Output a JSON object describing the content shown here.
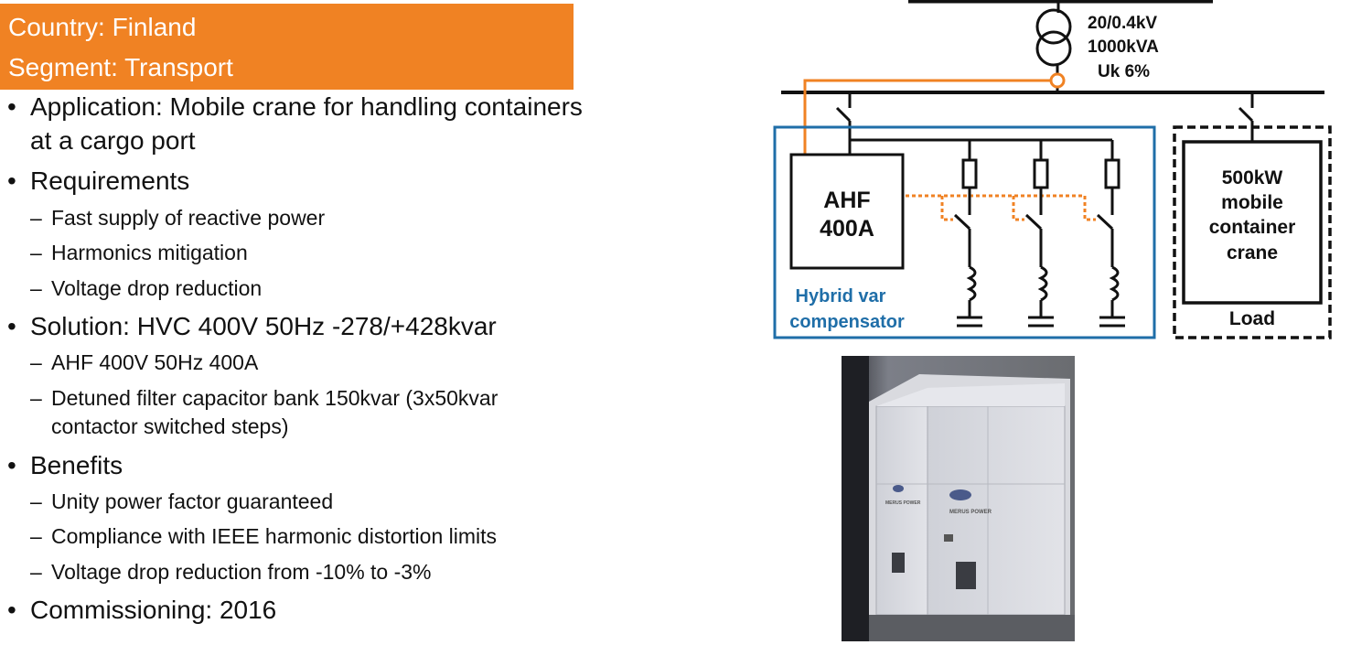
{
  "header": {
    "country": "Country: Finland",
    "segment": "Segment: Transport"
  },
  "bullets": {
    "application_line1": "Application: Mobile crane for handling containers",
    "application_line2": "at a cargo port",
    "requirements": "Requirements",
    "req_items": [
      "Fast supply of reactive power",
      "Harmonics mitigation",
      "Voltage drop reduction"
    ],
    "solution": "Solution: HVC 400V 50Hz -278/+428kvar",
    "sol_items": [
      "AHF 400V 50Hz 400A",
      "Detuned filter capacitor bank 150kvar (3x50kvar",
      "contactor switched steps)"
    ],
    "benefits": "Benefits",
    "ben_items": [
      "Unity power factor guaranteed",
      "Compliance with IEEE harmonic distortion limits",
      "Voltage drop reduction from -10% to -3%"
    ],
    "commissioning": "Commissioning: 2016"
  },
  "diagram": {
    "transformer_label": [
      "20/0.4kV",
      "1000kVA",
      "Uk 6%"
    ],
    "ahf_label": [
      "AHF",
      "400A"
    ],
    "compensator_label": [
      "Hybrid var",
      "compensator"
    ],
    "load_box_label": [
      "500kW",
      "mobile",
      "container",
      "crane"
    ],
    "load_label": "Load",
    "colors": {
      "orange": "#f08223",
      "blue": "#1f6ea8",
      "black": "#111111"
    }
  },
  "photo": {
    "brand_text": [
      "MERUS POWER",
      "MERUS POWER"
    ]
  }
}
